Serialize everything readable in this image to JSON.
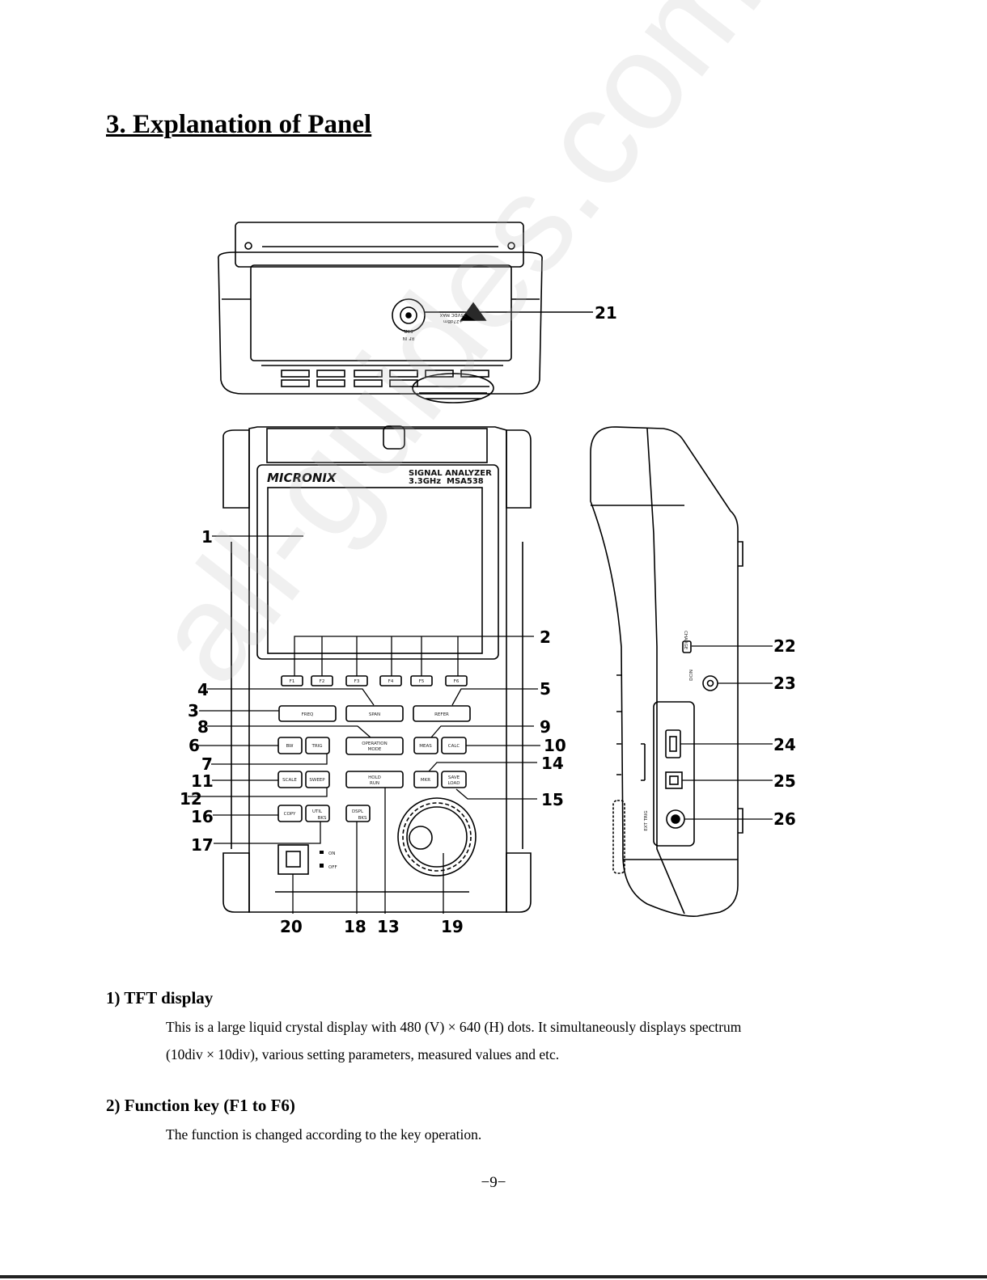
{
  "page": {
    "heading": "3. Explanation of Panel",
    "page_number": "−9−",
    "watermark": "all-guides.com"
  },
  "diagram": {
    "brand": "MICRONIX",
    "model_line1": "SIGNAL  ANALYZER",
    "model_line2a": "3.3GHz",
    "model_line2b": "MSA538",
    "connector_texts": {
      "rf_in": "RF IN",
      "ohm": "50Ω",
      "max_dc": "25VDC MAX",
      "max_dbm": "+27dBm",
      "charge": "CHARGE",
      "dcin": "DCIN",
      "ext_trig": "EXT TRIG",
      "on": "ON",
      "off": "OFF"
    },
    "function_keys": [
      "F1",
      "F2",
      "F3",
      "F4",
      "F5",
      "F6"
    ],
    "keys": {
      "freq": "FREQ",
      "span": "SPAN",
      "refer": "REFER",
      "bw": "BW",
      "trig": "TRIG",
      "op1": "OPERATION",
      "op2": "MODE",
      "meas": "MEAS",
      "calc": "CALC",
      "scale": "SCALE",
      "sweep": "SWEEP",
      "hold1": "HOLD",
      "hold2": "RUN",
      "mkr": "MKR",
      "save1": "SAVE",
      "save2": "LOAD",
      "copy": "COPY",
      "util1": "UTIL",
      "util2": "BKS",
      "dspl1": "DSPL",
      "dspl2": "BKS"
    },
    "callouts": [
      "1",
      "2",
      "3",
      "4",
      "5",
      "6",
      "7",
      "8",
      "9",
      "10",
      "11",
      "12",
      "13",
      "14",
      "15",
      "16",
      "17",
      "18",
      "19",
      "20",
      "21",
      "22",
      "23",
      "24",
      "25",
      "26"
    ]
  },
  "sections": [
    {
      "heading": "1) TFT display",
      "body_line1": "This is a large liquid crystal display with 480 (V) × 640 (H) dots. It simultaneously displays spectrum",
      "body_line2": "(10div × 10div), various setting parameters, measured values and etc."
    },
    {
      "heading": "2) Function key (F1 to F6)",
      "body_line1": "The function is changed according to the key operation."
    }
  ]
}
